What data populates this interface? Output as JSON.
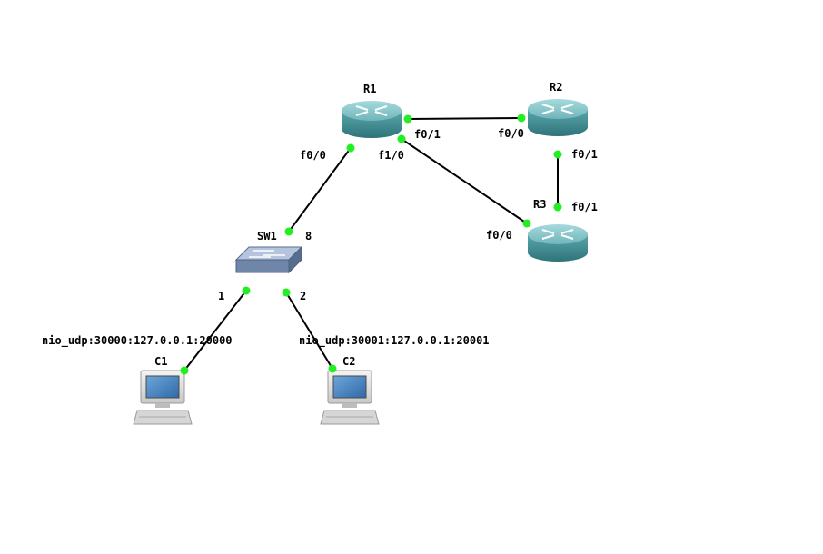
{
  "devices": {
    "r1": {
      "name": "R1",
      "type": "router-icon"
    },
    "r2": {
      "name": "R2",
      "type": "router-icon"
    },
    "r3": {
      "name": "R3",
      "type": "router-icon"
    },
    "sw1": {
      "name": "SW1",
      "type": "switch-icon"
    },
    "c1": {
      "name": "C1",
      "type": "computer-icon"
    },
    "c2": {
      "name": "C2",
      "type": "computer-icon"
    }
  },
  "links": [
    {
      "from": "r1",
      "from_port": "f0/1",
      "to": "r2",
      "to_port": "f0/0"
    },
    {
      "from": "r2",
      "from_port": "f0/1",
      "to": "r3",
      "to_port": "f0/1"
    },
    {
      "from": "r1",
      "from_port": "f1/0",
      "to": "r3",
      "to_port": "f0/0"
    },
    {
      "from": "r1",
      "from_port": "f0/0",
      "to": "sw1",
      "to_port": "8"
    },
    {
      "from": "sw1",
      "from_port": "1",
      "to": "c1",
      "to_port": ""
    },
    {
      "from": "sw1",
      "from_port": "2",
      "to": "c2",
      "to_port": ""
    }
  ],
  "ports": {
    "r1_f0_1": "f0/1",
    "r2_f0_0": "f0/0",
    "r2_f0_1": "f0/1",
    "r3_f0_1": "f0/1",
    "r1_f1_0": "f1/0",
    "r3_f0_0": "f0/0",
    "r1_f0_0": "f0/0",
    "sw1_8": "8",
    "sw1_1": "1",
    "sw1_2": "2"
  },
  "nio": {
    "c1": "nio_udp:30000:127.0.0.1:20000",
    "c2": "nio_udp:30001:127.0.0.1:20001"
  },
  "colors": {
    "link": "#000000",
    "port_up": "#22ee22",
    "router_body": "#3d8e94",
    "router_top": "#8ecbd0",
    "switch_body": "#6f86a8",
    "switch_top": "#a9bcd6"
  }
}
